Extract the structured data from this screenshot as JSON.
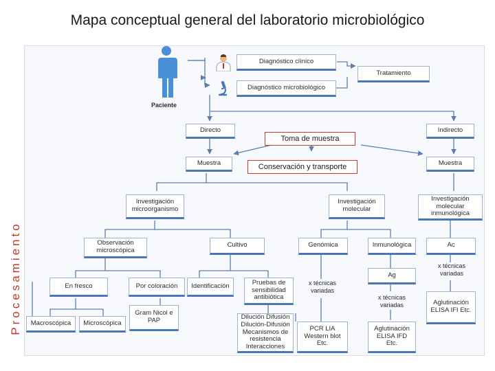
{
  "title": "Mapa conceptual general del laboratorio microbiológico",
  "side_label": "Procesamiento",
  "colors": {
    "accent": "#4a77b4",
    "red": "#c0392b",
    "line": "#5b7fb0"
  },
  "icons": {
    "patient": "person-icon",
    "doctor": "doctor-icon",
    "microscope": "microscope-icon"
  },
  "nodes": {
    "patient": "Paciente",
    "diag_clinico": "Diagnóstico clínico",
    "diag_micro": "Diagnóstico microbiológico",
    "tratamiento": "Tratamiento",
    "directo": "Directo",
    "indirecto": "Indirecto",
    "toma_muestra": "Toma de muestra",
    "muestra_directo": "Muestra",
    "conservacion": "Conservación y transporte",
    "muestra_indirecto": "Muestra",
    "inv_microorganismo": "Investigación microorganismo",
    "inv_molecular": "Investigación molecular",
    "inv_mol_inmuno": "Investigación molecular inmunológica",
    "obs_microscopica": "Observación microscópica",
    "cultivo": "Cultivo",
    "genomica": "Genómica",
    "inmunologica": "Inmunológica",
    "ac": "Ac",
    "ac_tecnicas": "x técnicas variadas",
    "en_fresco": "En fresco",
    "por_coloracion": "Por coloración",
    "identificacion": "Identificación",
    "pruebas_sensibilidad": "Pruebas de sensibilidad antibiótica",
    "gen_tecnicas": "x técnicas variadas",
    "ag": "Ag",
    "ag_tecnicas": "x técnicas variadas",
    "ac_metodos": "Aglutinación ELISA IFI Etc.",
    "macroscopica": "Macroscópica",
    "microscopica": "Microscópica",
    "coloraciones": "Gram Nicol e PAP",
    "sens_metodos": "Dilución Difusión Dilución-Difusión Mecanismos de resistencia Interacciones",
    "gen_metodos": "PCR LIA Western blot Etc.",
    "ag_metodos": "Aglutinación ELISA IFD Etc."
  }
}
